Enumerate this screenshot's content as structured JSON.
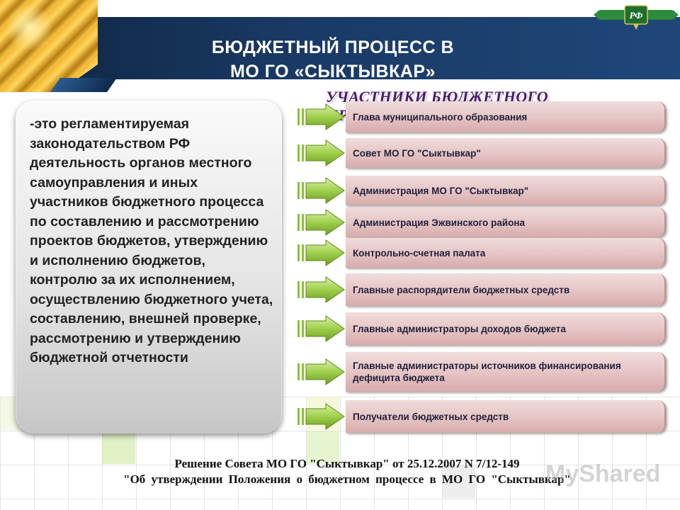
{
  "header": {
    "title_line1": "БЮДЖЕТНЫЙ ПРОЦЕСС В",
    "title_line2": "МО ГО «СЫКТЫВКАР»",
    "emblem_text": "РФ"
  },
  "definition": "-это регламентируемая законодательством РФ деятельность органов местного самоуправления и иных участников бюджетного процесса по составлению и рассмотрению проектов бюджетов, утверждению и исполнению бюджетов, контролю за их исполнением, осуществлению бюджетного учета, составлению, внешней проверке, рассмотрению и утверждению бюджетной отчетности",
  "participants": {
    "heading": "УЧАСТНИКИ БЮДЖЕТНОГО ПРОЦЕССА",
    "items": [
      {
        "label": "Глава муниципального образования"
      },
      {
        "label": "Совет МО ГО \"Сыктывкар\""
      },
      {
        "label": "Администрация МО ГО \"Сыктывкар\""
      },
      {
        "label": "Администрация Эжвинского района"
      },
      {
        "label": "Контрольно-счетная палата"
      },
      {
        "label": "Главные распорядители бюджетных средств"
      },
      {
        "label": "Главные администраторы доходов бюджета"
      },
      {
        "label": "Главные администраторы источников финансирования дефицита бюджета"
      },
      {
        "label": "Получатели бюджетных средств"
      }
    ]
  },
  "footer": {
    "line1": "Решение Совета МО ГО \"Сыктывкар\" от 25.12.2007 N 7/12-149",
    "line2": "\"Об утверждении Положения о бюджетном процессе в МО ГО \"Сыктывкар\""
  },
  "watermark": "MyShared",
  "colors": {
    "header_bg": "#1a3a66",
    "card_bg": "#e2e2e2",
    "bar_bg": "#e5c3c3",
    "heading": "#4b1a6e",
    "arrow": "#9fd04c"
  }
}
